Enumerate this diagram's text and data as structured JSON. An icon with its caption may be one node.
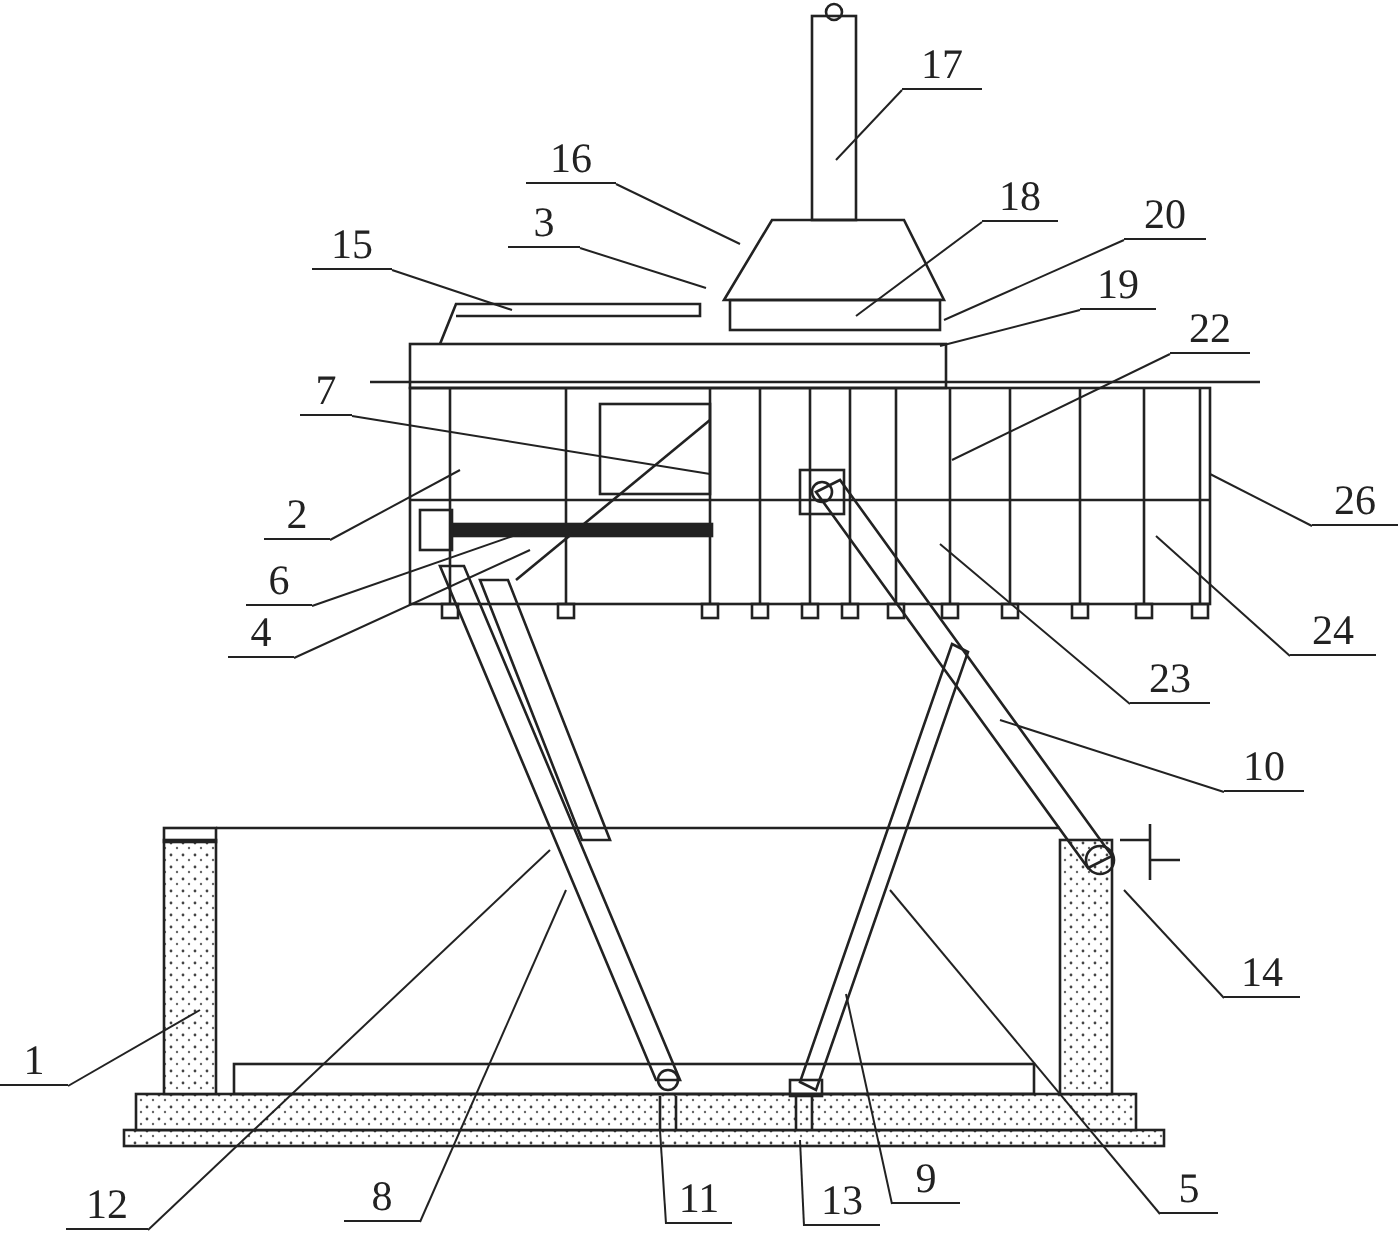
{
  "diagram": {
    "nodes": [
      {
        "text": [
          "17"
        ]
      },
      {
        "text": [
          "16"
        ]
      },
      {
        "text": [
          "18"
        ]
      },
      {
        "text": [
          "3"
        ]
      },
      {
        "text": [
          "20"
        ]
      },
      {
        "text": [
          "15"
        ]
      },
      {
        "text": [
          "19"
        ]
      },
      {
        "text": [
          "22"
        ]
      },
      {
        "text": [
          "7"
        ]
      },
      {
        "text": [
          "26"
        ]
      },
      {
        "text": [
          "2"
        ]
      },
      {
        "text": [
          "6"
        ]
      },
      {
        "text": [
          "4"
        ]
      },
      {
        "text": [
          "24"
        ]
      },
      {
        "text": [
          "23"
        ]
      },
      {
        "text": [
          "10"
        ]
      },
      {
        "text": [
          "14"
        ]
      },
      {
        "text": [
          "1"
        ]
      },
      {
        "text": [
          "12"
        ]
      },
      {
        "text": [
          "8"
        ]
      },
      {
        "text": [
          "11"
        ]
      },
      {
        "text": [
          "13"
        ]
      },
      {
        "text": [
          "9"
        ]
      },
      {
        "text": [
          "5"
        ]
      }
    ],
    "edges": [
      {
        "from": 0,
        "to": null,
        "arrow": "none"
      },
      {
        "from": 1,
        "to": null,
        "arrow": "none"
      },
      {
        "from": 2,
        "to": null,
        "arrow": "none"
      },
      {
        "from": 3,
        "to": null,
        "arrow": "none"
      },
      {
        "from": 4,
        "to": null,
        "arrow": "none"
      },
      {
        "from": 5,
        "to": null,
        "arrow": "none"
      },
      {
        "from": 6,
        "to": null,
        "arrow": "none"
      },
      {
        "from": 7,
        "to": null,
        "arrow": "none"
      },
      {
        "from": 8,
        "to": null,
        "arrow": "none"
      },
      {
        "from": 9,
        "to": null,
        "arrow": "none"
      },
      {
        "from": 10,
        "to": null,
        "arrow": "none"
      },
      {
        "from": 11,
        "to": null,
        "arrow": "none"
      },
      {
        "from": 12,
        "to": null,
        "arrow": "none"
      },
      {
        "from": 13,
        "to": null,
        "arrow": "none"
      },
      {
        "from": 14,
        "to": null,
        "arrow": "none"
      },
      {
        "from": 15,
        "to": null,
        "arrow": "none"
      },
      {
        "from": 16,
        "to": null,
        "arrow": "none"
      },
      {
        "from": 17,
        "to": null,
        "arrow": "none"
      },
      {
        "from": 18,
        "to": null,
        "arrow": "none"
      },
      {
        "from": 19,
        "to": null,
        "arrow": "none"
      },
      {
        "from": 20,
        "to": null,
        "arrow": "none"
      },
      {
        "from": 21,
        "to": null,
        "arrow": "none"
      },
      {
        "from": 22,
        "to": null,
        "arrow": "none"
      },
      {
        "from": 23,
        "to": null,
        "arrow": "none"
      }
    ]
  }
}
